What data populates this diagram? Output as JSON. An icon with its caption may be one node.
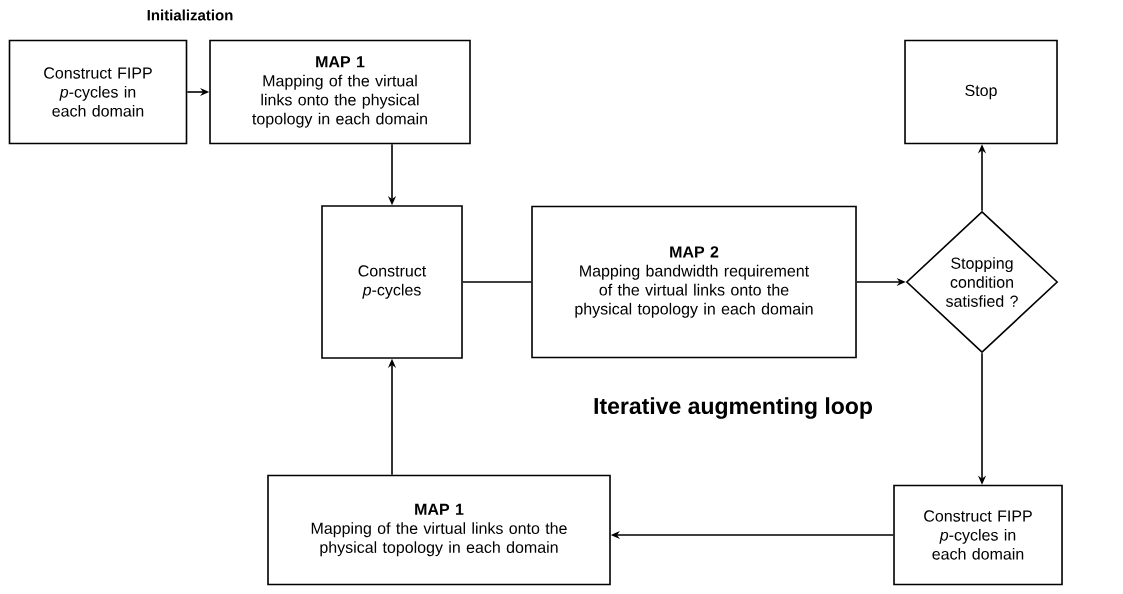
{
  "diagram": {
    "nodes": [
      {
        "text": [
          "Construct FIPP *p*-cycles in each domain"
        ]
      },
      {
        "text": [
          "MAP 1",
          "Mapping of the virtual links onto the physical topology in each domain"
        ]
      },
      {
        "text": [
          "Construct *p*-cycles"
        ]
      },
      {
        "text": [
          "MAP 2",
          "Mapping bandwidth requirement of the virtual links onto the physical topology in each domain"
        ]
      },
      {
        "text": [
          "Stopping condition satisfied ?"
        ]
      },
      {
        "text": [
          "Stop"
        ]
      },
      {
        "text": [
          "Construct FIPP *p*-cycles in each domain"
        ]
      },
      {
        "text": [
          "MAP 1",
          "Mapping of the virtual links onto the physical topology in each domain"
        ]
      }
    ],
    "edges": [
      {
        "from": 0,
        "to": 1,
        "arrow": "to"
      },
      {
        "from": 1,
        "to": 2,
        "arrow": "to"
      },
      {
        "from": 2,
        "to": 3,
        "arrow": "none"
      },
      {
        "from": 3,
        "to": 4,
        "arrow": "to"
      },
      {
        "from": 4,
        "to": 5,
        "arrow": "to"
      },
      {
        "from": 4,
        "to": 6,
        "arrow": "to"
      },
      {
        "from": 6,
        "to": 7,
        "arrow": "to"
      },
      {
        "from": 7,
        "to": 2,
        "arrow": "to"
      }
    ],
    "labels": [
      "Initialization",
      "Iterative augmenting loop"
    ]
  }
}
